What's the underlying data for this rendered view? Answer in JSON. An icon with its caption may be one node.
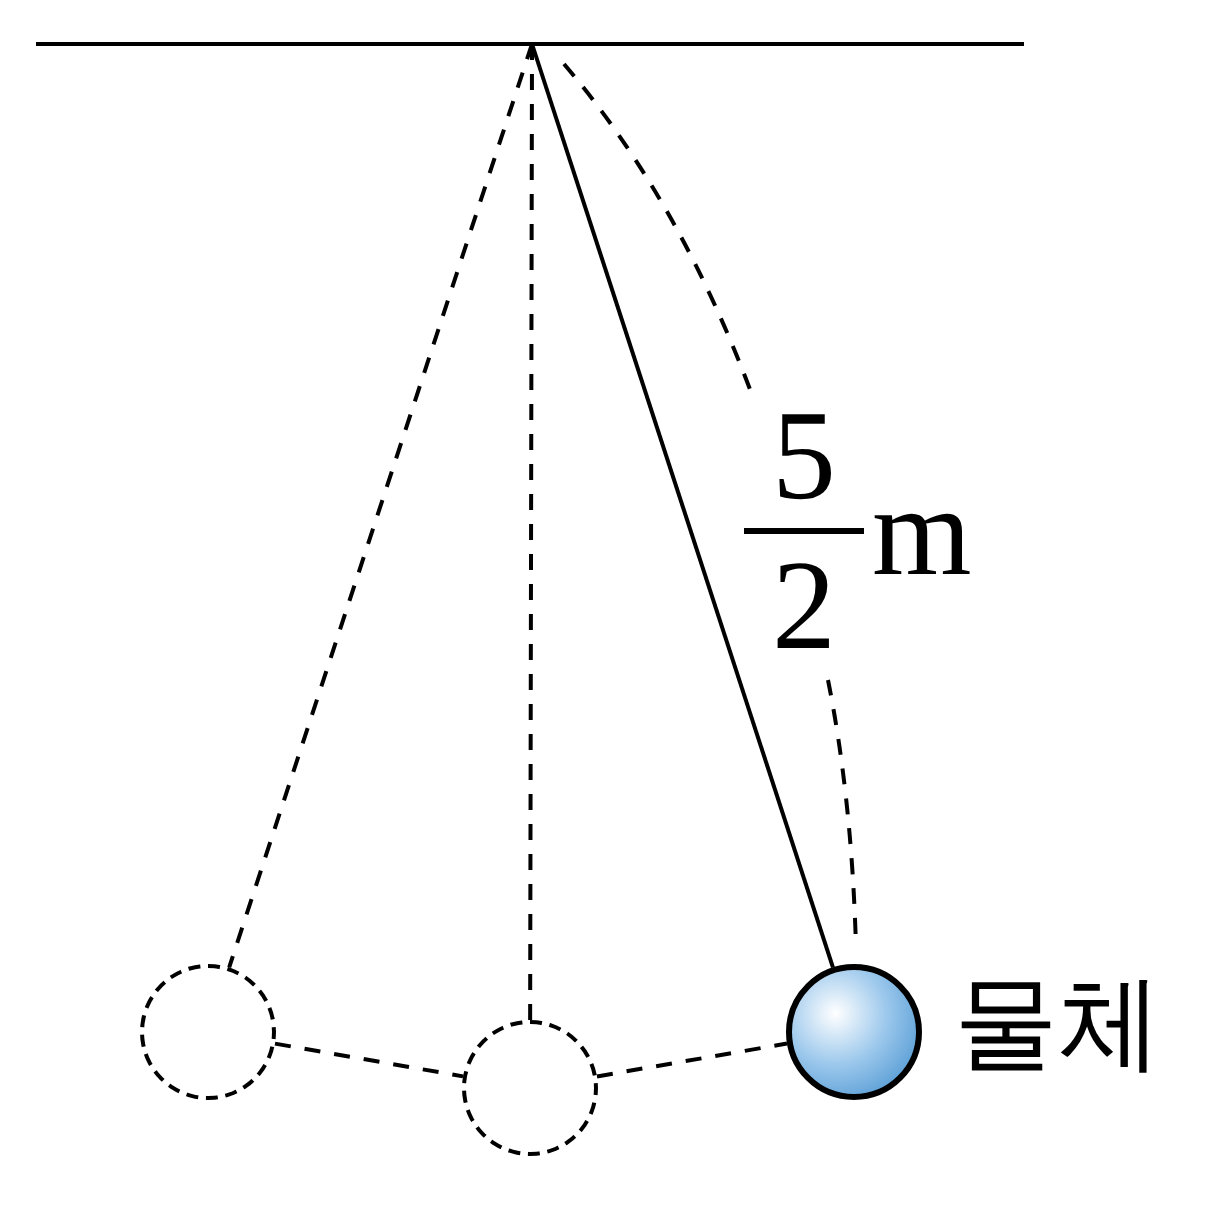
{
  "diagram": {
    "nodes": [
      {
        "text": [],
        "shape": "bar"
      },
      {
        "text": [],
        "shape": "circle"
      },
      {
        "text": [],
        "shape": "circle"
      },
      {
        "text": [],
        "shape": "ball",
        "beside": [
          "물체"
        ]
      }
    ],
    "edges": [
      {
        "from": 0,
        "to": 1,
        "arrow": "none",
        "style": "dashed"
      },
      {
        "from": 0,
        "to": 2,
        "arrow": "none",
        "style": "dashed"
      },
      {
        "from": 0,
        "to": 3,
        "arrow": "none"
      },
      {
        "from": 1,
        "to": 2,
        "arrow": "none",
        "style": "dashed"
      },
      {
        "from": 2,
        "to": 3,
        "arrow": "none",
        "style": "dashed"
      }
    ],
    "labels": [
      "5",
      "2",
      "m"
    ]
  }
}
